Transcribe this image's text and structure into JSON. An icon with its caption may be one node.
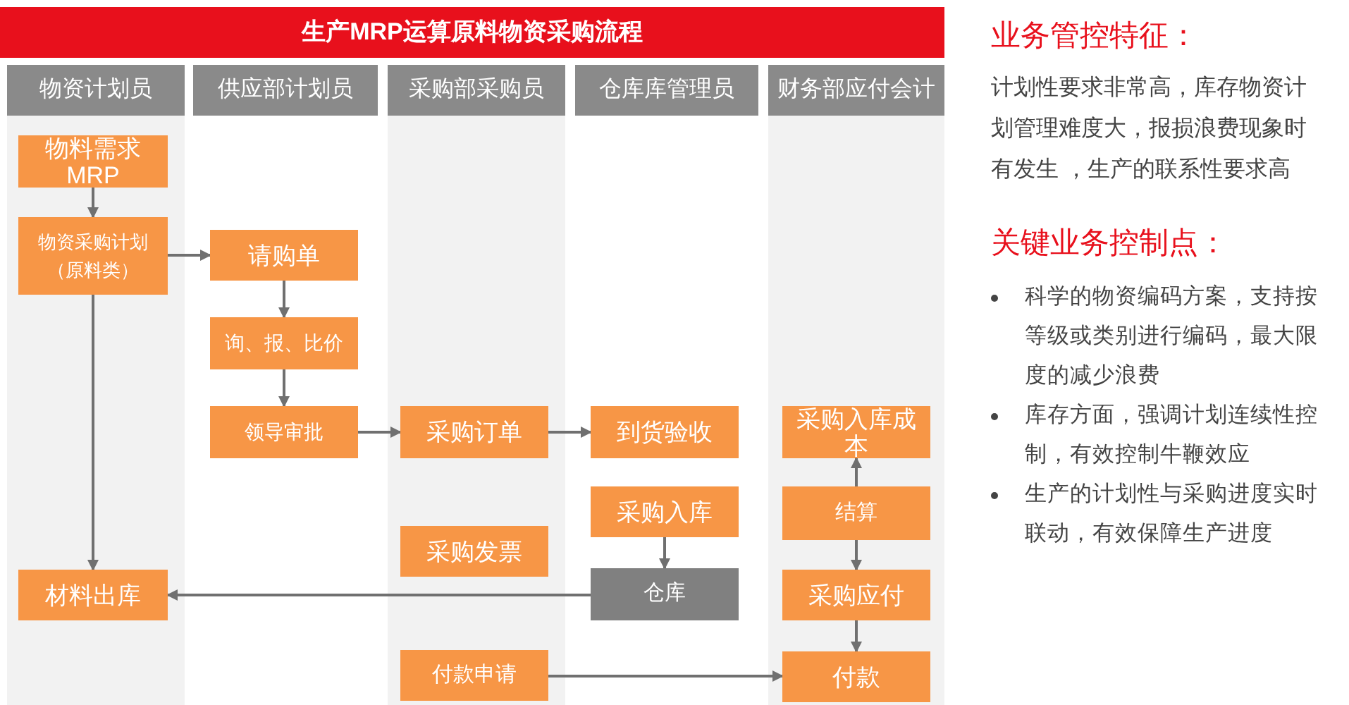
{
  "diagram": {
    "title": "生产MRP运算原料物资采购流程",
    "nodes": [
      {
        "text": [
          "物资计划员"
        ]
      },
      {
        "text": [
          "供应部计划员"
        ]
      },
      {
        "text": [
          "采购部采购员"
        ]
      },
      {
        "text": [
          "仓库库管理员"
        ]
      },
      {
        "text": [
          "财务部应付会计"
        ]
      },
      {
        "text": [
          "物料需求MRP"
        ],
        "in": 0
      },
      {
        "text": [
          "物资采购计划（原料类）"
        ],
        "in": 0
      },
      {
        "text": [
          "材料出库"
        ],
        "in": 0
      },
      {
        "text": [
          "请购单"
        ],
        "in": 1
      },
      {
        "text": [
          "询、报、比价"
        ],
        "in": 1
      },
      {
        "text": [
          "领导审批"
        ],
        "in": 1
      },
      {
        "text": [
          "采购订单"
        ],
        "in": 2
      },
      {
        "text": [
          "采购发票"
        ],
        "in": 2
      },
      {
        "text": [
          "付款申请"
        ],
        "in": 2
      },
      {
        "text": [
          "到货验收"
        ],
        "in": 3
      },
      {
        "text": [
          "采购入库"
        ],
        "in": 3
      },
      {
        "text": [
          "仓库"
        ],
        "in": 3
      },
      {
        "text": [
          "采购入库成本"
        ],
        "in": 4
      },
      {
        "text": [
          "结算"
        ],
        "in": 4
      },
      {
        "text": [
          "采购应付"
        ],
        "in": 4
      },
      {
        "text": [
          "付款"
        ],
        "in": 4
      }
    ],
    "edges": [
      {
        "from": 5,
        "to": 6,
        "arrow": "to"
      },
      {
        "from": 6,
        "to": 8,
        "arrow": "to"
      },
      {
        "from": 6,
        "to": 7,
        "arrow": "to"
      },
      {
        "from": 8,
        "to": 9,
        "arrow": "to"
      },
      {
        "from": 9,
        "to": 10,
        "arrow": "to"
      },
      {
        "from": 10,
        "to": 11,
        "arrow": "to"
      },
      {
        "from": 11,
        "to": 14,
        "arrow": "to"
      },
      {
        "from": 15,
        "to": 16,
        "arrow": "to"
      },
      {
        "from": 16,
        "to": 7,
        "arrow": "to"
      },
      {
        "from": 18,
        "to": 17,
        "arrow": "to"
      },
      {
        "from": 18,
        "to": 19,
        "arrow": "to"
      },
      {
        "from": 19,
        "to": 20,
        "arrow": "to"
      },
      {
        "from": 13,
        "to": 20,
        "arrow": "to"
      }
    ],
    "labels": [
      "业务管控特征：",
      "计划性要求非常高，库存物资计划管理难度大，报损浪费现象时有发生 ，生产的联系性要求高",
      "关键业务控制点：",
      "科学的物资编码方案，支持按等级或类别进行编码，最大限度的减少浪费",
      "库存方面，强调计划连续性控制，有效控制牛鞭效应",
      "生产的计划性与采购进度实时联动，有效保障生产进度"
    ]
  }
}
